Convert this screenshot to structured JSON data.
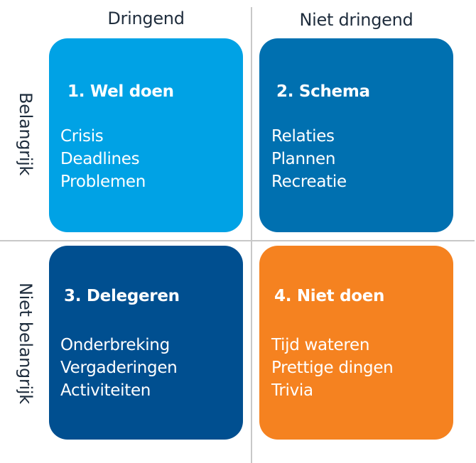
{
  "columns": [
    {
      "label": "Dringend"
    },
    {
      "label": "Niet dringend"
    }
  ],
  "rows": [
    {
      "label": "Belangrijk"
    },
    {
      "label": "Niet belangrijk"
    }
  ],
  "quadrants": [
    {
      "title": "1. Wel doen",
      "color": "#00a2e5",
      "items": [
        "Crisis",
        "Deadlines",
        "Problemen"
      ]
    },
    {
      "title": "2. Schema",
      "color": "#0070b0",
      "items": [
        "Relaties",
        "Plannen",
        "Recreatie"
      ]
    },
    {
      "title": "3. Delegeren",
      "color": "#004f90",
      "items": [
        "Onderbreking",
        "Vergaderingen",
        "Activiteiten"
      ]
    },
    {
      "title": "4. Niet doen",
      "color": "#f58220",
      "items": [
        "Tijd wateren",
        "Prettige dingen",
        "Trivia"
      ]
    }
  ],
  "colors": {
    "label_text": "#1f2d3d",
    "divider": "#c8c8c8"
  }
}
